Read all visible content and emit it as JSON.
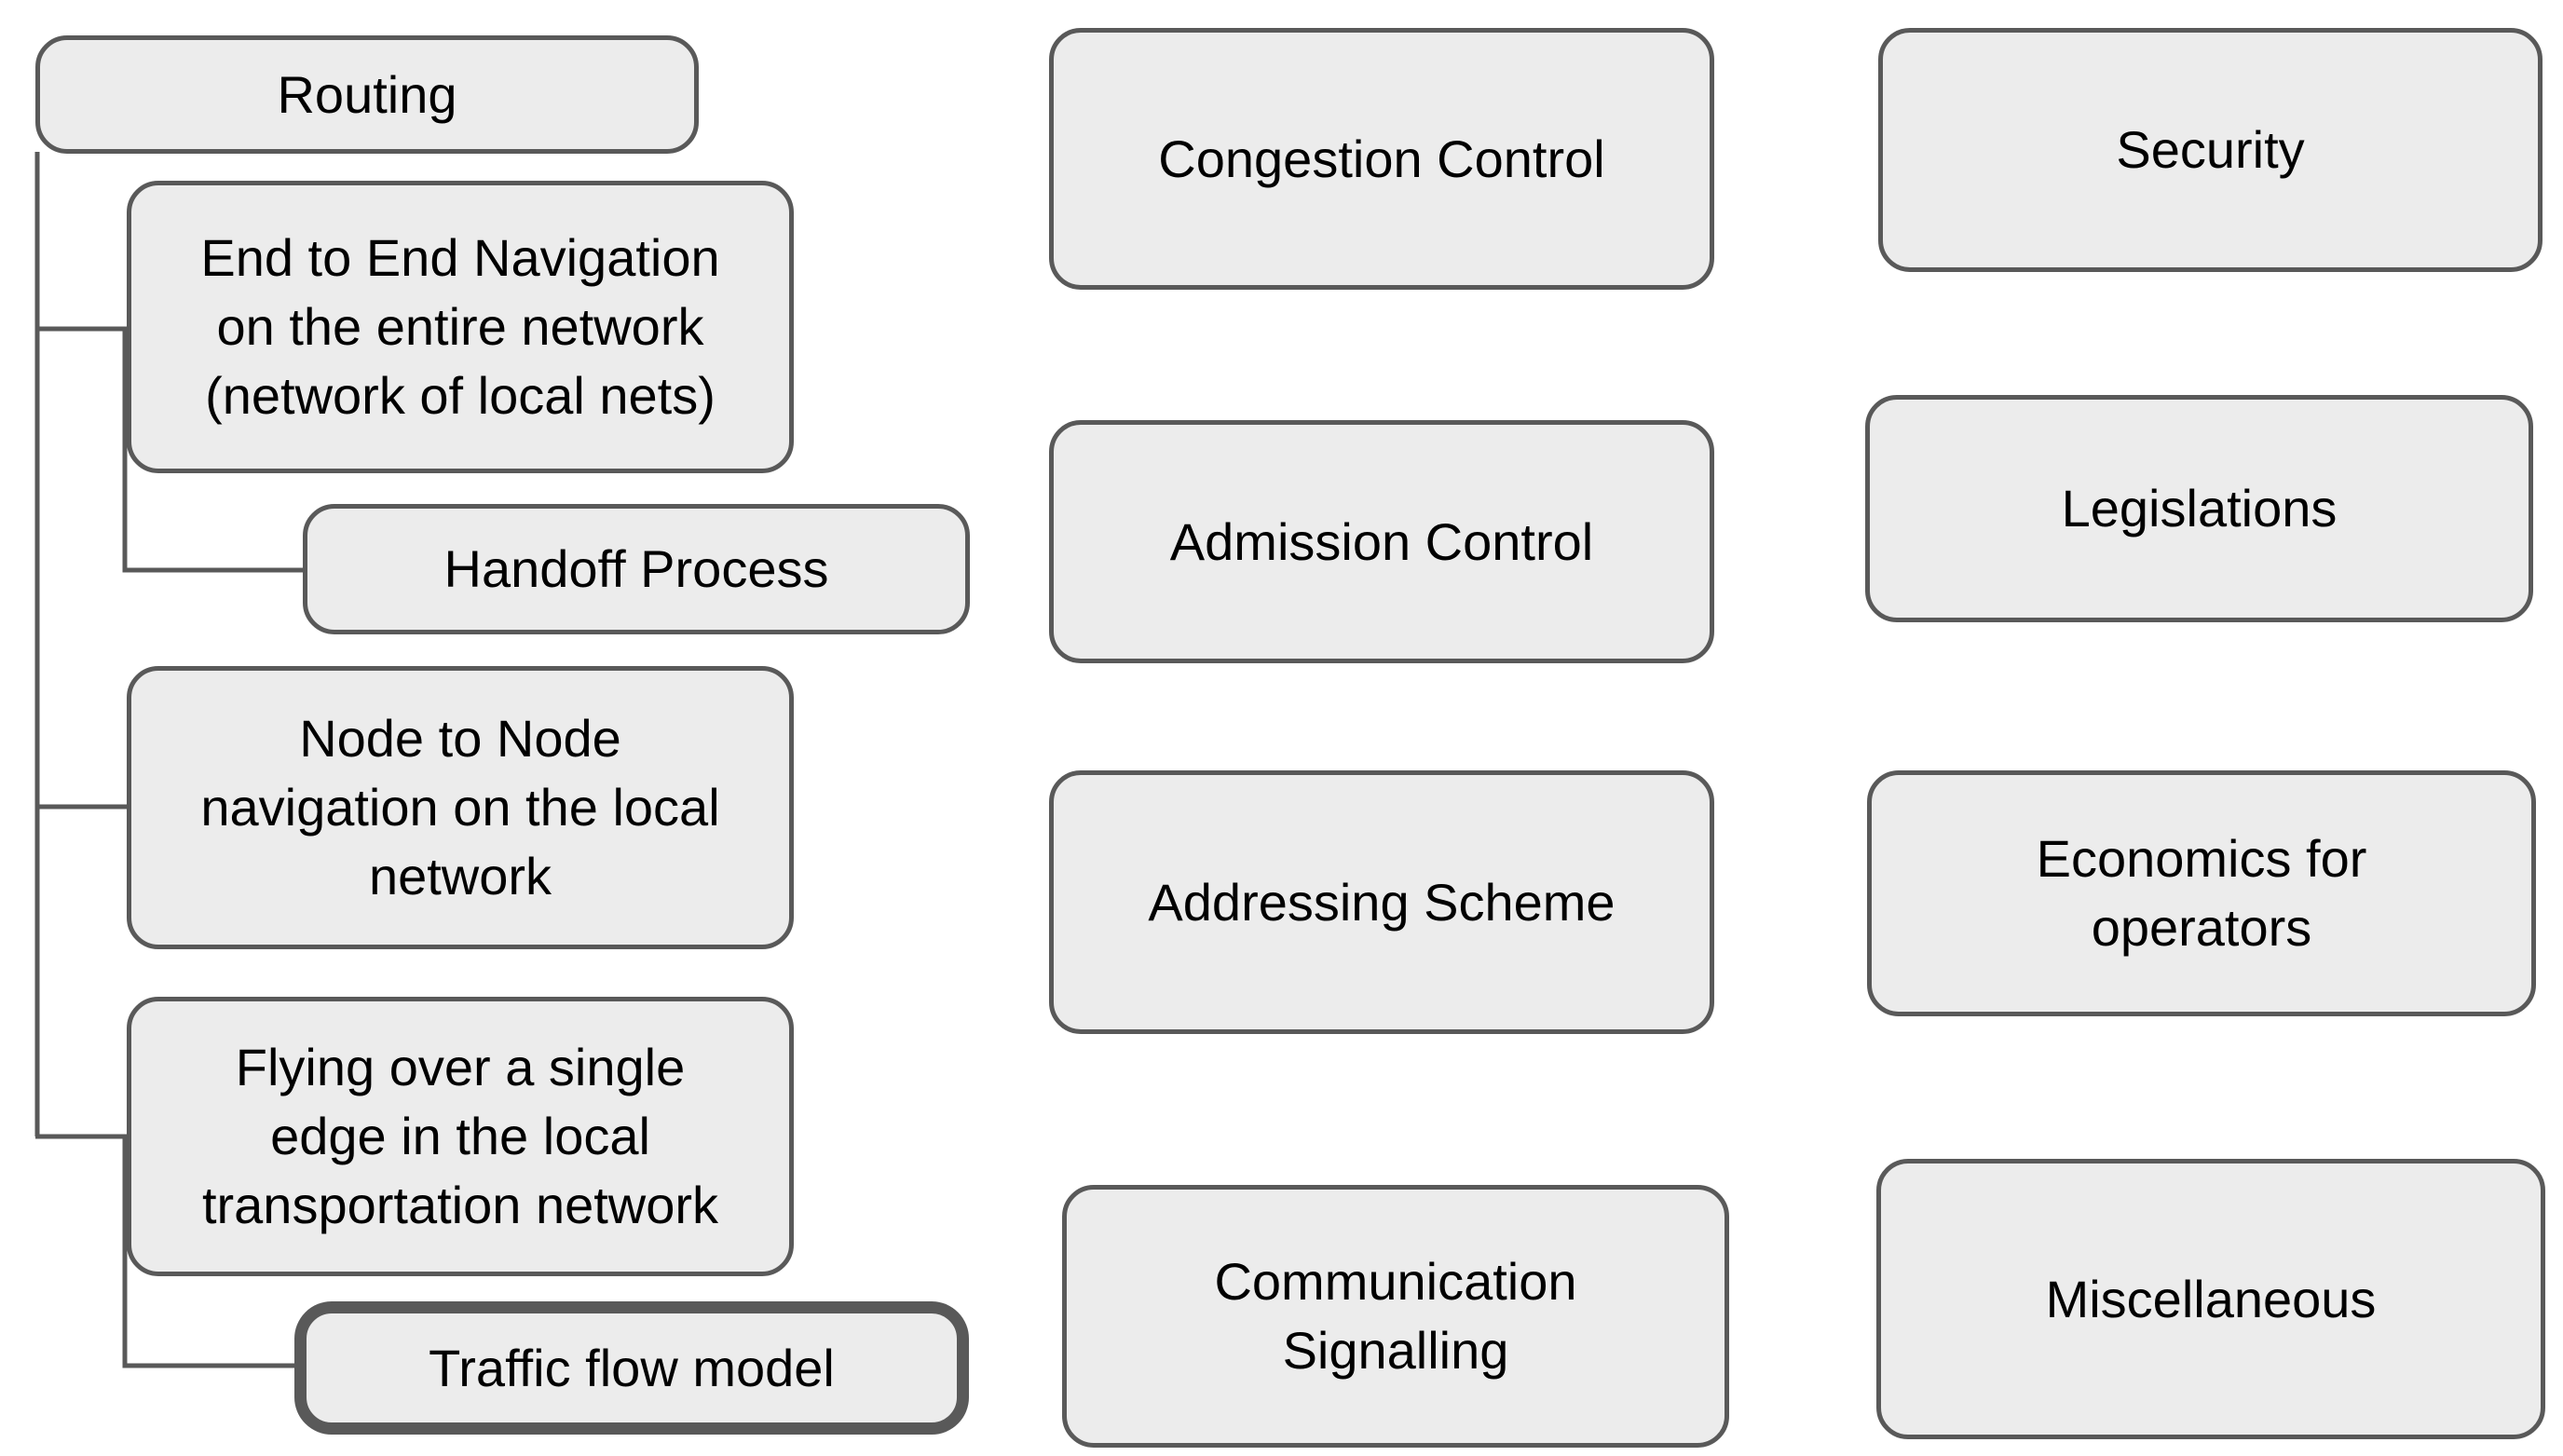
{
  "diagram": {
    "description": "Research topic taxonomy diagram",
    "colors": {
      "box_fill": "#ECECEC",
      "box_border": "#595959",
      "connector": "#595959",
      "text": "#000000",
      "highlight_border": "#595959"
    },
    "boxes": {
      "routing": {
        "label": "Routing"
      },
      "end_to_end": {
        "label": "End to End Navigation\non the entire network\n(network of local nets)"
      },
      "handoff": {
        "label": "Handoff Process"
      },
      "node_to_node": {
        "label": "Node to Node\nnavigation on the local\nnetwork"
      },
      "flying": {
        "label": "Flying over a single\nedge in the local\ntransportation network"
      },
      "traffic": {
        "label": "Traffic flow model",
        "highlighted": true
      },
      "congestion": {
        "label": "Congestion Control"
      },
      "admission": {
        "label": "Admission Control"
      },
      "addressing": {
        "label": "Addressing Scheme"
      },
      "communication": {
        "label": "Communication\nSignalling"
      },
      "security": {
        "label": "Security"
      },
      "legislations": {
        "label": "Legislations"
      },
      "economics": {
        "label": "Economics for\noperators"
      },
      "miscellaneous": {
        "label": "Miscellaneous"
      }
    },
    "hierarchy": {
      "root": "Routing",
      "children": [
        {
          "label": "End to End Navigation on the entire network (network of local nets)",
          "children": [
            {
              "label": "Handoff Process"
            }
          ]
        },
        {
          "label": "Node to Node navigation on the local network"
        },
        {
          "label": "Flying over a single edge in the local transportation network",
          "children": [
            {
              "label": "Traffic flow model"
            }
          ]
        }
      ],
      "standalone_topics": [
        "Congestion Control",
        "Admission Control",
        "Addressing Scheme",
        "Communication Signalling",
        "Security",
        "Legislations",
        "Economics for operators",
        "Miscellaneous"
      ]
    }
  }
}
